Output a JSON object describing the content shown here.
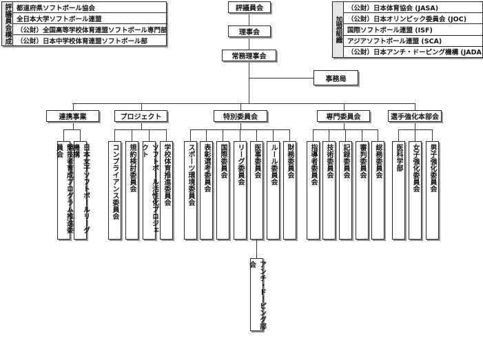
{
  "council_members": {
    "label": "評議員会構成",
    "items": [
      "都道府県ソフトボール協会",
      "全日本大学ソフトボール連盟",
      "（公財）全国高等学校体育連盟ソフトボール専門部",
      "（公財）日本中学校体育連盟ソフトボール部"
    ]
  },
  "affiliated": {
    "label": "加盟組織",
    "items": [
      "（公財）日本体育協会 (JASA)",
      "（公財）日本オリンピック委員会 (JOC)",
      "国際ソフトボール連盟 (ISF)",
      "アジアソフトボール連盟 (SCA)",
      "（公財）日本アンチ・ドーピング機構 (JADA)"
    ]
  },
  "top": {
    "council": "評議員会",
    "board": "理事会",
    "executive": "常務理事会",
    "secretariat": "事務局"
  },
  "divisions": [
    {
      "name": "連携事業",
      "children": [
        "競技者育成プログラム推進委員会",
        "日本女子ソフトボールリーグ機構"
      ]
    },
    {
      "name": "プロジェクト",
      "children": [
        "コンプライアンス委員会",
        "規約検討委員会",
        "ソフトボール活性化プロジェクト",
        "学校体育推進委員会"
      ]
    },
    {
      "name": "特別委員会",
      "children": [
        "スポーツ環境委員会",
        "表彰選考委員会",
        "国際委員会",
        "リーグ委員会",
        "医事委員会",
        "ルール委員会",
        "財務委員会"
      ]
    },
    {
      "name": "専門委員会",
      "children": [
        "指導者委員会",
        "技術委員会",
        "記録委員会",
        "審判委員会",
        "総務委員会"
      ]
    },
    {
      "name": "選手強化本部会",
      "children": [
        "医科学部",
        "女子強化委員会",
        "男子強化委員会"
      ]
    }
  ],
  "anti_doping": "アンチ・ドーピング部会"
}
